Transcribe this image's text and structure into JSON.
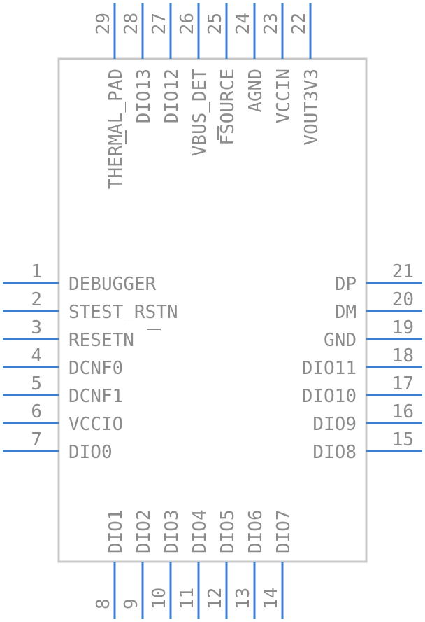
{
  "component": {
    "left_pins": [
      {
        "num": "1",
        "name": "DEBUGGER"
      },
      {
        "num": "2",
        "name": "STEST_RSTN"
      },
      {
        "num": "3",
        "name": "RESETN"
      },
      {
        "num": "4",
        "name": "DCNF0"
      },
      {
        "num": "5",
        "name": "DCNF1"
      },
      {
        "num": "6",
        "name": "VCCIO"
      },
      {
        "num": "7",
        "name": "DIO0"
      }
    ],
    "right_pins": [
      {
        "num": "21",
        "name": "DP"
      },
      {
        "num": "20",
        "name": "DM"
      },
      {
        "num": "19",
        "name": "GND"
      },
      {
        "num": "18",
        "name": "DIO11"
      },
      {
        "num": "17",
        "name": "DIO10"
      },
      {
        "num": "16",
        "name": "DIO9"
      },
      {
        "num": "15",
        "name": "DIO8"
      }
    ],
    "bottom_pins": [
      {
        "num": "8",
        "name": "DIO1"
      },
      {
        "num": "9",
        "name": "DIO2"
      },
      {
        "num": "10",
        "name": "DIO3"
      },
      {
        "num": "11",
        "name": "DIO4"
      },
      {
        "num": "12",
        "name": "DIO5"
      },
      {
        "num": "13",
        "name": "DIO6"
      },
      {
        "num": "14",
        "name": "DIO7"
      }
    ],
    "top_pins": [
      {
        "num": "29",
        "name": "THERMAL_PAD"
      },
      {
        "num": "28",
        "name": "DIO13"
      },
      {
        "num": "27",
        "name": "DIO12"
      },
      {
        "num": "26",
        "name": "VBUS_DET"
      },
      {
        "num": "25",
        "name": "FSOURCE"
      },
      {
        "num": "24",
        "name": "AGND"
      },
      {
        "num": "23",
        "name": "VCCIN"
      },
      {
        "num": "22",
        "name": "VOUT3V3"
      }
    ]
  },
  "colors": {
    "pin": "#3f7fd2",
    "outline": "#c8c8c8",
    "text": "#8c8c8c"
  }
}
